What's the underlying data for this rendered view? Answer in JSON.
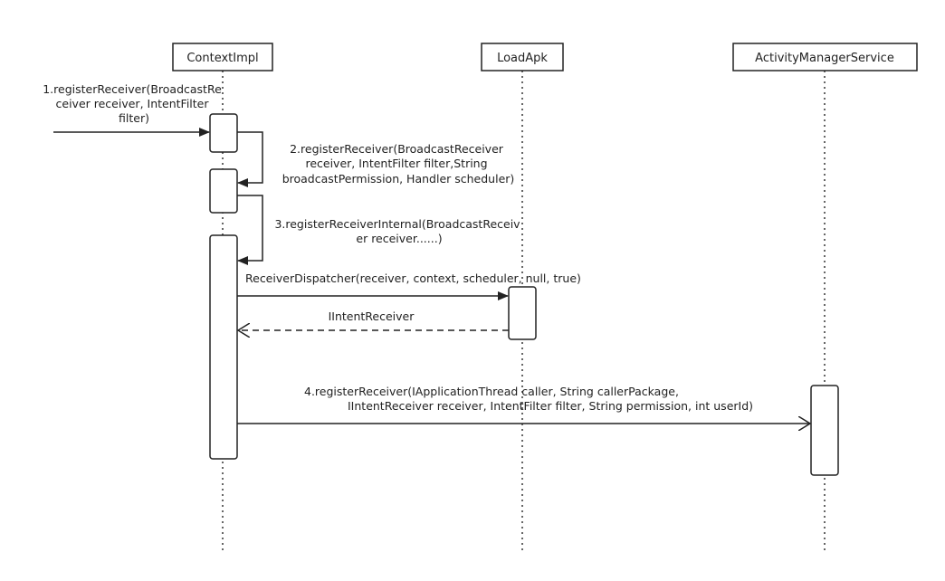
{
  "lifelines": [
    {
      "id": "context",
      "label": "ContextImpl"
    },
    {
      "id": "loadapk",
      "label": "LoadApk"
    },
    {
      "id": "ams",
      "label": "ActivityManagerService"
    }
  ],
  "messages": [
    {
      "id": "m1",
      "lines": [
        "1.registerReceiver(BroadcastRe",
        "ceiver receiver, IntentFilter",
        "filter)"
      ]
    },
    {
      "id": "m2",
      "lines": [
        "2.registerReceiver(BroadcastReceiver",
        "receiver, IntentFilter filter,String",
        "broadcastPermission, Handler scheduler)"
      ]
    },
    {
      "id": "m3",
      "lines": [
        "3.registerReceiverInternal(BroadcastReceiv",
        "er receiver......)"
      ]
    },
    {
      "id": "m4",
      "lines": [
        "ReceiverDispatcher(receiver, context, scheduler, null, true)"
      ]
    },
    {
      "id": "m5",
      "lines": [
        "IIntentReceiver"
      ]
    },
    {
      "id": "m6",
      "lines": [
        "4.registerReceiver(IApplicationThread caller, String callerPackage,",
        "IIntentReceiver receiver, IntentFilter filter, String permission, int userId)"
      ]
    }
  ]
}
